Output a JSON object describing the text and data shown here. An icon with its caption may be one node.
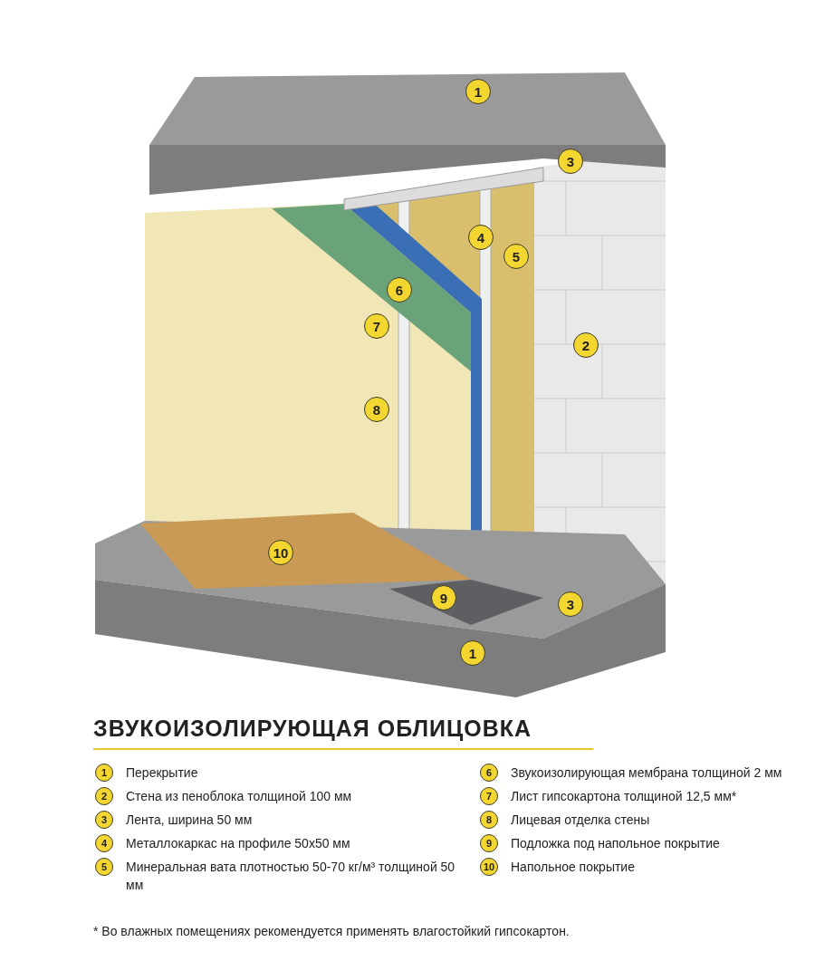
{
  "diagram": {
    "title": "ЗВУКОИЗОЛИРУЮЩАЯ ОБЛИЦОВКА",
    "caption": "* Во влажных помещениях рекомендуется применять влагостойкий гипсокартон.",
    "labels": [
      "1",
      "3",
      "4",
      "5",
      "6",
      "7",
      "2",
      "8",
      "10",
      "9",
      "3",
      "1",
      "1",
      "Перекрытие",
      "2",
      "Стена из пеноблока толщиной 100 мм",
      "3",
      "Лента, ширина 50 мм",
      "4",
      "Металлокаркас на профиле 50х50 мм",
      "5",
      "Минеральная вата плотностью 50-70 кг/м³ толщиной 50 мм",
      "6",
      "Звукоизолирующая мембрана толщиной 2 мм",
      "7",
      "Лист гипсокартона толщиной 12,5 мм*",
      "8",
      "Лицевая отделка стены",
      "9",
      "Подложка под напольное покрытие",
      "10",
      "Напольное покрытие"
    ]
  }
}
